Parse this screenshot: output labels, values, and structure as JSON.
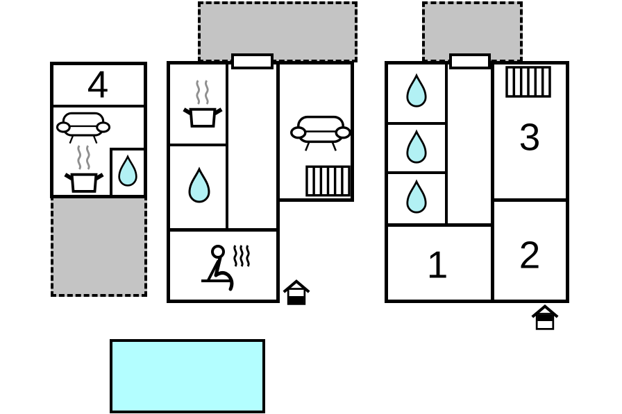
{
  "title": "holiday-home-floor-plan",
  "colors": {
    "wall": "#000000",
    "terrace_fill": "#c4c4c4",
    "water_fill": "#b2f1f4",
    "pool_fill": "#b3feff",
    "steam_gray": "#8f8f8f"
  },
  "plan": {
    "unit_left": {
      "room_label": "4",
      "features": [
        "sofa",
        "stove",
        "shower",
        "terrace"
      ]
    },
    "unit_middle": {
      "features": [
        "stove",
        "shower",
        "sofa",
        "stairs",
        "sauna",
        "entrance",
        "terrace"
      ]
    },
    "unit_right": {
      "room_labels": {
        "room1": "1",
        "room2": "2",
        "room3": "3"
      },
      "features": [
        "shower",
        "shower",
        "shower",
        "stairs",
        "entrance",
        "terrace"
      ]
    },
    "pool": {
      "label": "swimming-pool"
    }
  }
}
